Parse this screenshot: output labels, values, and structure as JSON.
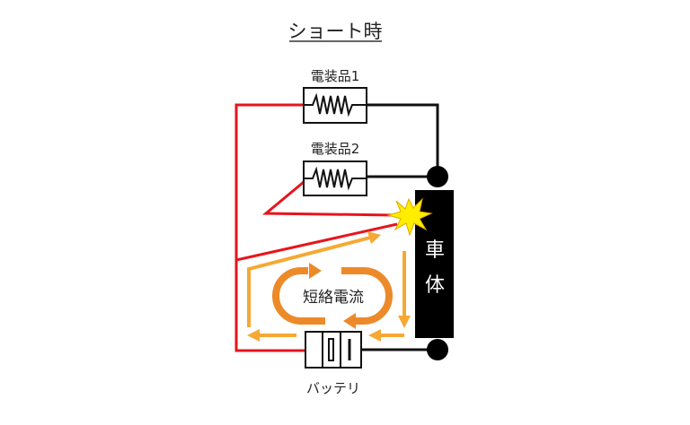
{
  "title": "ショート時",
  "components": {
    "load1": "電装品1",
    "load2": "電装品2",
    "body": [
      "車",
      "体"
    ],
    "battery": "バッテリ",
    "current": "短絡電流"
  },
  "colors": {
    "fault_wire": "#e8141c",
    "ground_wire": "#111111",
    "current_flow": "#f6a833",
    "loop_arrow": "#ec8a2a",
    "spark": "#ffee00"
  }
}
